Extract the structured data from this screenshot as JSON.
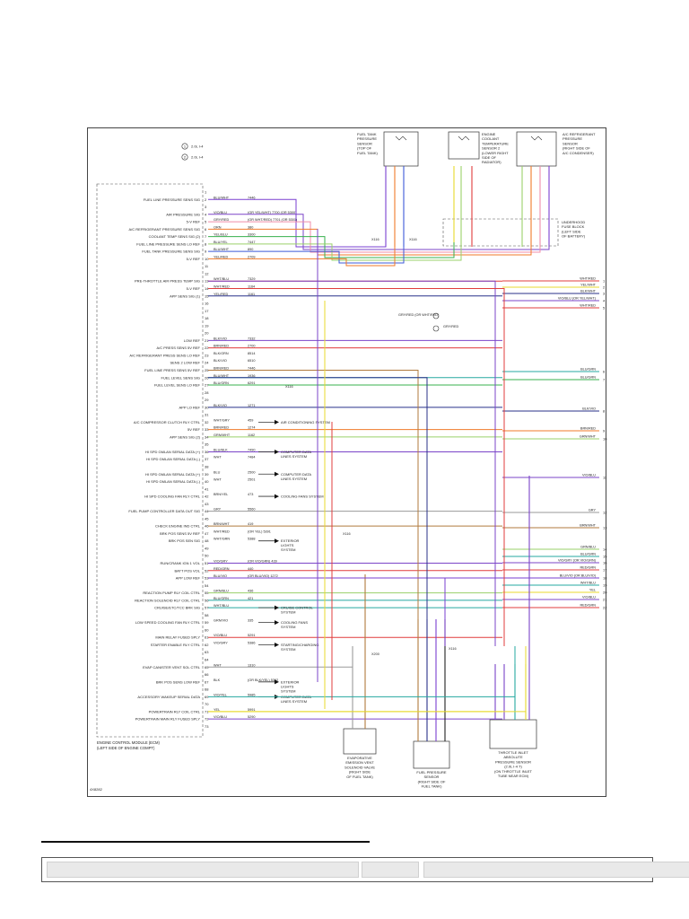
{
  "legend": [
    {
      "num": "1",
      "label": "2.0L I-4"
    },
    {
      "num": "2",
      "label": "2.0L I-4"
    }
  ],
  "pcm": {
    "title_line1": "ENGINE CONTROL MODULE (ECM)",
    "title_line2": "(LEFT SIDE OF ENGINE COMPT)"
  },
  "diagram_id": "4X8282",
  "components": {
    "fuel_tank_sensor": [
      "FUEL TANK",
      "PRESSURE",
      "SENSOR",
      "(TOP OF",
      "FUEL TANK)"
    ],
    "ect_sensor": [
      "ENGINE",
      "COOLANT",
      "TEMPERATURE",
      "SENSOR 2",
      "(LOWER RIGHT",
      "SIDE OF",
      "RADIATOR)"
    ],
    "ac_sensor": [
      "A/C REFRIGERANT",
      "PRESSURE",
      "SENSOR",
      "(RIGHT SIDE OF",
      "A/C CONDENSER)"
    ],
    "fuse_block": [
      "UNDERHOOD",
      "FUSE BLOCK",
      "(LEFT SIDE",
      "OF BATTERY)"
    ],
    "evap_valve": [
      "EVAPORATIVE",
      "EMISSION VENT",
      "SOLENOID VALVE",
      "(RIGHT SIDE",
      "OF FUEL TANK)"
    ],
    "fuel_pressure_sensor": [
      "FUEL PRESSURE",
      "SENSOR",
      "(RIGHT SIDE OF",
      "FUEL TANK)"
    ],
    "tiap_sensor": [
      "THROTTLE INLET",
      "ABSOLUTE",
      "PRESSURE SENSOR",
      "(2.0L I-4 T)",
      "(ON THROTTLE INLET",
      "TUBE NEAR ECM)"
    ]
  },
  "pins": [
    {
      "n": "1",
      "label": "",
      "wire": "",
      "circuit": ""
    },
    {
      "n": "2",
      "label": "FUEL LINE PRESSURE SENS SIG",
      "wire": "BLU/WHT",
      "circuit": "7446"
    },
    {
      "n": "3",
      "label": "",
      "wire": "",
      "circuit": ""
    },
    {
      "n": "4",
      "label": "AIR PRESSURE SIG",
      "wire": "VIO/BLU",
      "circuit": "(OR YEL/WHT)  7700  (OR 5300)"
    },
    {
      "n": "5",
      "label": "5-V REF",
      "wire": "GRY/RED",
      "circuit": "(OR WHT/RED)  7701  (OR 5301)"
    },
    {
      "n": "6",
      "label": "A/C REFRIGERANT PRESSURE SENS SIG",
      "wire": "ORN",
      "circuit": "380"
    },
    {
      "n": "7",
      "label": "COOLANT TEMP SENS SIG (2)",
      "wire": "YEL/BLU",
      "circuit": "3300"
    },
    {
      "n": "8",
      "label": "FUEL LINE PRESSURE SENS LO REF",
      "wire": "BLU/YEL",
      "circuit": "7447"
    },
    {
      "n": "9",
      "label": "FUEL TANK PRESSURE SENS SIG",
      "wire": "BLU/WHT",
      "circuit": "890"
    },
    {
      "n": "10",
      "label": "5-V REF",
      "wire": "YEL/RED",
      "circuit": "2709"
    },
    {
      "n": "11",
      "label": "",
      "wire": "",
      "circuit": ""
    },
    {
      "n": "12",
      "label": "",
      "wire": "",
      "circuit": ""
    },
    {
      "n": "13",
      "label": "PRE-THROTTLE AIR PRESS TEMP SIG",
      "wire": "WHT/BLU",
      "circuit": "7329"
    },
    {
      "n": "14",
      "label": "5-V REF",
      "wire": "WHT/RED",
      "circuit": "1164"
    },
    {
      "n": "15",
      "label": "APP SENS SIG (1)",
      "wire": "YEL/RED",
      "circuit": "1161"
    },
    {
      "n": "16",
      "label": "",
      "wire": "",
      "circuit": ""
    },
    {
      "n": "17",
      "label": "",
      "wire": "",
      "circuit": ""
    },
    {
      "n": "18",
      "label": "",
      "wire": "",
      "circuit": ""
    },
    {
      "n": "19",
      "label": "",
      "wire": "",
      "circuit": ""
    },
    {
      "n": "20",
      "label": "",
      "wire": "",
      "circuit": ""
    },
    {
      "n": "21",
      "label": "LOW REF",
      "wire": "BLK/VIO",
      "circuit": "7332"
    },
    {
      "n": "22",
      "label": "A/C PRESS SENS 5V REF",
      "wire": "BRN/RED",
      "circuit": "2700"
    },
    {
      "n": "23",
      "label": "A/C REFRIGERANT PRESS SENS LO REF",
      "wire": "BLK/GRN",
      "circuit": "8514"
    },
    {
      "n": "24",
      "label": "SENS 2 LOW REF",
      "wire": "BLK/VIO",
      "circuit": "6510"
    },
    {
      "n": "25",
      "label": "FUEL LINE PRESS SENS 5V REF",
      "wire": "BRN/RED",
      "circuit": "7446"
    },
    {
      "n": "26",
      "label": "FUEL LEVEL SENS SIG",
      "wire": "BLU/WHT",
      "circuit": "1936"
    },
    {
      "n": "27",
      "label": "FUEL LEVEL SENS LO REF",
      "wire": "BLU/GRN",
      "circuit": "6291"
    },
    {
      "n": "28",
      "label": "",
      "wire": "",
      "circuit": ""
    },
    {
      "n": "29",
      "label": "",
      "wire": "",
      "circuit": ""
    },
    {
      "n": "30",
      "label": "APP LO REF",
      "wire": "BLK/VIO",
      "circuit": "1271"
    },
    {
      "n": "31",
      "label": "",
      "wire": "",
      "circuit": ""
    },
    {
      "n": "32",
      "label": "A/C COMPRESSOR CLUTCH RLY CTRL",
      "wire": "WHT/GRY",
      "circuit": "459"
    },
    {
      "n": "33",
      "label": "5V REF",
      "wire": "BRN/RED",
      "circuit": "1274"
    },
    {
      "n": "34",
      "label": "APP SENS SIG (2)",
      "wire": "GRN/WHT",
      "circuit": "1162"
    },
    {
      "n": "35",
      "label": "",
      "wire": "",
      "circuit": ""
    },
    {
      "n": "36",
      "label": "HI SPD GMLAN SERIAL DATA (+)",
      "wire": "BLU/BLK",
      "circuit": "7490"
    },
    {
      "n": "37",
      "label": "HI SPD GMLAN SERIAL DATA (-)",
      "wire": "WHT",
      "circuit": "7484"
    },
    {
      "n": "38",
      "label": "",
      "wire": "",
      "circuit": ""
    },
    {
      "n": "39",
      "label": "HI SPD GMLAN SERIAL DATA (+)",
      "wire": "BLU",
      "circuit": "2500"
    },
    {
      "n": "40",
      "label": "HI SPD GMLAN SERIAL DATA (-)",
      "wire": "WHT",
      "circuit": "2501"
    },
    {
      "n": "41",
      "label": "",
      "wire": "",
      "circuit": ""
    },
    {
      "n": "42",
      "label": "HI SPD COOLING FAN RLY CTRL",
      "wire": "BRN/YEL",
      "circuit": "473"
    },
    {
      "n": "43",
      "label": "",
      "wire": "",
      "circuit": ""
    },
    {
      "n": "44",
      "label": "FUEL PUMP CONTROLLER DATA OUT SIG",
      "wire": "GRY",
      "circuit": "5560"
    },
    {
      "n": "45",
      "label": "",
      "wire": "",
      "circuit": ""
    },
    {
      "n": "46",
      "label": "CHECK ENGINE IND CTRL",
      "wire": "BRN/WHT",
      "circuit": "419"
    },
    {
      "n": "47",
      "label": "BRK POS SENS 5V REF",
      "wire": "WHT/RED",
      "circuit": "(OR YEL)  5391"
    },
    {
      "n": "48",
      "label": "BRK POS SEN SIG",
      "wire": "WHT/GRN",
      "circuit": "5388"
    },
    {
      "n": "49",
      "label": "",
      "wire": "",
      "circuit": ""
    },
    {
      "n": "50",
      "label": "",
      "wire": "",
      "circuit": ""
    },
    {
      "n": "51",
      "label": "RUN/CRANK IGN 1 VOL",
      "wire": "VIO/GRY",
      "circuit": "(OR VIO/GRN)  439"
    },
    {
      "n": "52",
      "label": "BATT POS VOL",
      "wire": "RED/GRN",
      "circuit": "440"
    },
    {
      "n": "53",
      "label": "APP LOW REF",
      "wire": "BLU/VIO",
      "circuit": "(OR BLU/VIO)  1272"
    },
    {
      "n": "54",
      "label": "",
      "wire": "",
      "circuit": ""
    },
    {
      "n": "55",
      "label": "REACTION PUMP RLY COIL CTRL",
      "wire": "GRN/BLU",
      "circuit": "436"
    },
    {
      "n": "56",
      "label": "REACTION SOLENOID RLY COIL CTRL",
      "wire": "BLU/GRN",
      "circuit": "421"
    },
    {
      "n": "57",
      "label": "CRUISE/ETC/TCC BRK SIG",
      "wire": "WHT/BLU",
      "circuit": ""
    },
    {
      "n": "58",
      "label": "",
      "wire": "",
      "circuit": ""
    },
    {
      "n": "59",
      "label": "LOW SPEED COOLING FAN RLY CTRL",
      "wire": "GRN/VIO",
      "circuit": "335"
    },
    {
      "n": "60",
      "label": "",
      "wire": "",
      "circuit": ""
    },
    {
      "n": "61",
      "label": "MAIN RELAY FUSED SPLY",
      "wire": "VIO/BLU",
      "circuit": "5291"
    },
    {
      "n": "62",
      "label": "STARTER ENABLE RLY CTRL",
      "wire": "VIO/GRY",
      "circuit": "5386"
    },
    {
      "n": "63",
      "label": "",
      "wire": "",
      "circuit": ""
    },
    {
      "n": "64",
      "label": "",
      "wire": "",
      "circuit": ""
    },
    {
      "n": "65",
      "label": "EVAP CANISTER VENT SOL CTRL",
      "wire": "WHT",
      "circuit": "1310"
    },
    {
      "n": "66",
      "label": "",
      "wire": "",
      "circuit": ""
    },
    {
      "n": "67",
      "label": "BRK POS SENS LOW REF",
      "wire": "BLK",
      "circuit": "(OR BLK/YEL)  5392"
    },
    {
      "n": "68",
      "label": "",
      "wire": "",
      "circuit": ""
    },
    {
      "n": "69",
      "label": "ACCESSORY WAKEUP SERIAL DATA",
      "wire": "VIO/YEL",
      "circuit": "5985"
    },
    {
      "n": "70",
      "label": "",
      "wire": "",
      "circuit": ""
    },
    {
      "n": "71",
      "label": "POWERTRAIN RLY COIL CTRL",
      "wire": "YEL",
      "circuit": "5991"
    },
    {
      "n": "72",
      "label": "POWERTRAIN MAIN RLY FUSED SPLY",
      "wire": "VIO/BLU",
      "circuit": "5290"
    },
    {
      "n": "73",
      "label": "",
      "wire": "",
      "circuit": ""
    }
  ],
  "destinations": {
    "ac_system": "AIR CONDITIONING SYSTEM",
    "data_lines_1": [
      "COMPUTER DATA",
      "LINES SYSTEM"
    ],
    "data_lines_2": [
      "COMPUTER DATA",
      "LINES SYSTEM"
    ],
    "cooling_fans_hi": "COOLING FANS SYSTEM",
    "exterior_lights_1": [
      "EXTERIOR",
      "LIGHTS",
      "SYSTEM"
    ],
    "cruise": [
      "CRUISE CONTROL",
      "SYSTEM"
    ],
    "cooling_fans_lo": [
      "COOLING FANS",
      "SYSTEM"
    ],
    "starting": [
      "STARTING/CHARGING",
      "SYSTEM"
    ],
    "exterior_lights_2": [
      "EXTERIOR",
      "LIGHTS",
      "SYSTEM"
    ],
    "data_lines_3": [
      "COMPUTER DATA",
      "LINES SYSTEM"
    ]
  },
  "connectors": [
    "X116",
    "X116",
    "X116",
    "X116",
    "X200",
    "X116"
  ],
  "right_refs": [
    {
      "n": "1",
      "wire": "WHT/RED"
    },
    {
      "n": "2",
      "wire": "YEL/WHT"
    },
    {
      "n": "3",
      "wire": "BLK/WHT"
    },
    {
      "n": "4",
      "wire": "VIO/BLU  (OR YEL/WHT)"
    },
    {
      "n": "5",
      "wire": "WHT/RED"
    },
    {
      "n": "6",
      "wire": "BLU/GRN"
    },
    {
      "n": "7",
      "wire": "BLU/GRN"
    },
    {
      "n": "8",
      "wire": "BLK/VIO"
    },
    {
      "n": "9",
      "wire": "BRN/RED"
    },
    {
      "n": "10",
      "wire": "GRN/WHT"
    },
    {
      "n": "11",
      "wire": "VIO/BLU"
    },
    {
      "n": "12",
      "wire": "GRY"
    },
    {
      "n": "13",
      "wire": "BRN/WHT"
    },
    {
      "n": "14",
      "wire": "GRN/BLU"
    },
    {
      "n": "15",
      "wire": "BLU/GRN"
    },
    {
      "n": "16",
      "wire": "VIO/GRY  (OR VIO/GRN)"
    },
    {
      "n": "17",
      "wire": "RED/GRN"
    },
    {
      "n": "18",
      "wire": "BLU/VIO  (OR BLU/VIO)"
    },
    {
      "n": "19",
      "wire": "WHT/BLU"
    },
    {
      "n": "20",
      "wire": "YEL"
    },
    {
      "n": "21",
      "wire": "VIO/BLU"
    },
    {
      "n": "22",
      "wire": "RED/GRN"
    }
  ],
  "alt_label_a": "GRY/RED  (OR WHT/RED)",
  "alt_label_b": "GRY/RED",
  "footer": {
    "cell_a": "",
    "cell_b": "",
    "cell_c": ""
  }
}
